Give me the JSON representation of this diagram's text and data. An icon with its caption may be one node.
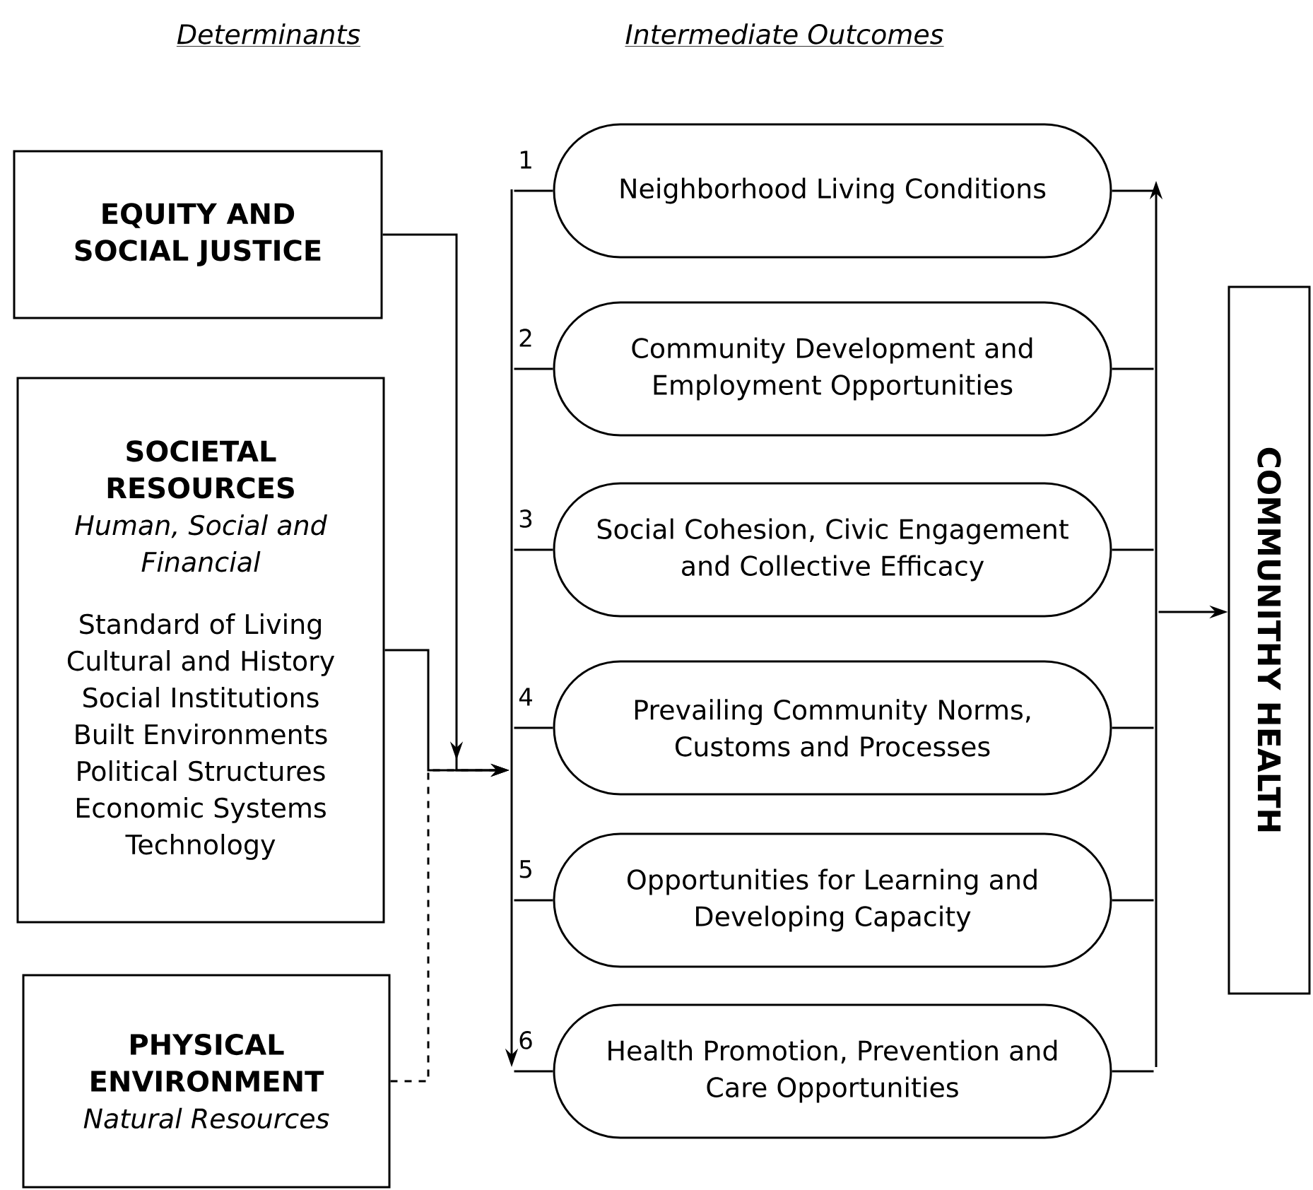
{
  "diagram": {
    "nodes": [
      {
        "text": [
          "EQUITY AND SOCIAL JUSTICE"
        ]
      },
      {
        "text": [
          "SOCIETAL RESOURCES",
          "Human, Social and Financial",
          "Standard of Living",
          "Cultural and History",
          "Social Institutions",
          "Built Environments",
          "Political Structures",
          "Economic Systems",
          "Technology"
        ]
      },
      {
        "text": [
          "PHYSICAL ENVIRONMENT",
          "Natural Resources"
        ]
      },
      {
        "text": [
          "Neighborhood Living Conditions"
        ]
      },
      {
        "text": [
          "Community Development and Employment Opportunities"
        ]
      },
      {
        "text": [
          "Social Cohesion, Civic Engagement and Collective Efficacy"
        ]
      },
      {
        "text": [
          "Prevailing Community Norms, Customs and Processes"
        ]
      },
      {
        "text": [
          "Opportunities for Learning and Developing Capacity"
        ]
      },
      {
        "text": [
          "Health Promotion, Prevention and Care Opportunities"
        ]
      },
      {
        "text": [
          "COMMUNITHY HEALTH"
        ]
      },
      {
        "text": [],
        "shape": "bar"
      },
      {
        "text": [],
        "shape": "bar"
      }
    ],
    "edges": [
      {
        "from": 0,
        "to": 10,
        "arrow": "to"
      },
      {
        "from": 1,
        "to": 10,
        "arrow": "to"
      },
      {
        "from": 2,
        "to": 10,
        "arrow": "to",
        "style": "dashed"
      },
      {
        "from": 10,
        "to": 3,
        "arrow": "none"
      },
      {
        "from": 10,
        "to": 4,
        "arrow": "none"
      },
      {
        "from": 10,
        "to": 5,
        "arrow": "none"
      },
      {
        "from": 10,
        "to": 6,
        "arrow": "none"
      },
      {
        "from": 10,
        "to": 7,
        "arrow": "none"
      },
      {
        "from": 10,
        "to": 8,
        "arrow": "none"
      },
      {
        "from": 3,
        "to": 11,
        "arrow": "none"
      },
      {
        "from": 4,
        "to": 11,
        "arrow": "none"
      },
      {
        "from": 5,
        "to": 11,
        "arrow": "none"
      },
      {
        "from": 6,
        "to": 11,
        "arrow": "none"
      },
      {
        "from": 7,
        "to": 11,
        "arrow": "none"
      },
      {
        "from": 8,
        "to": 11,
        "arrow": "none"
      },
      {
        "from": 11,
        "to": 9,
        "arrow": "to"
      }
    ],
    "labels": [
      "Determinants",
      "Intermediate Outcomes",
      "1",
      "2",
      "3",
      "4",
      "5",
      "6"
    ]
  }
}
